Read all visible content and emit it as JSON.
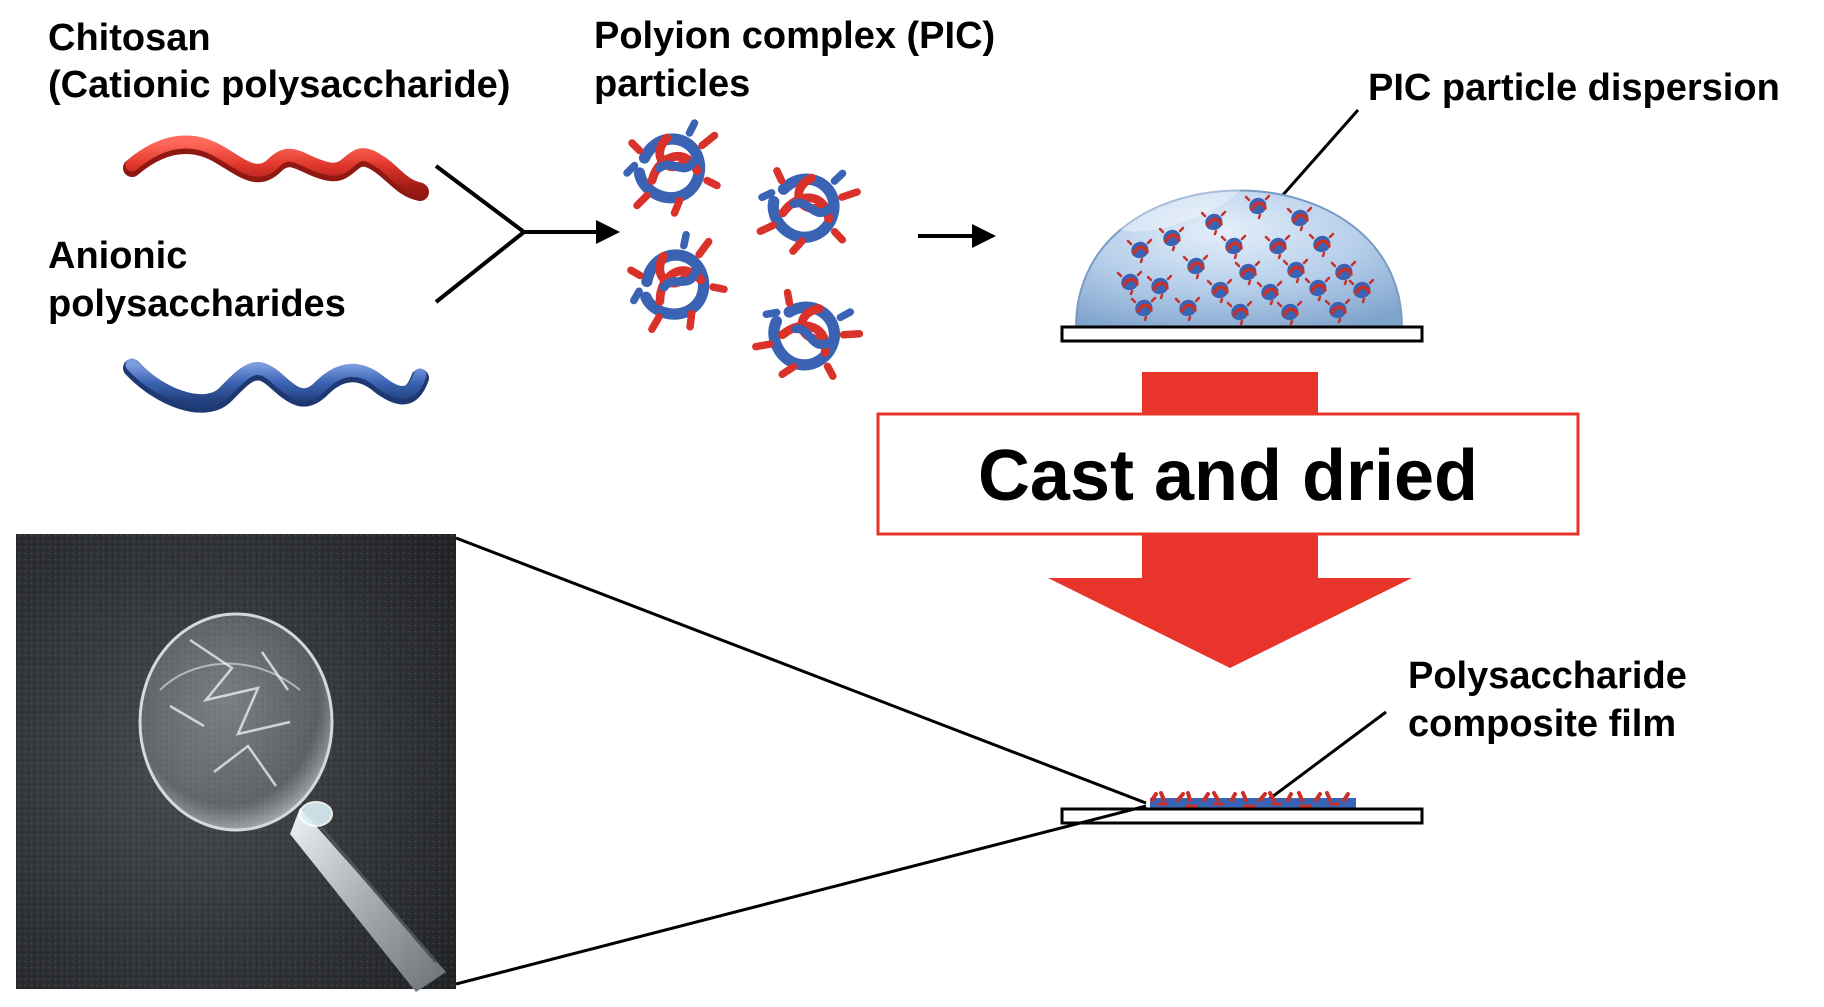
{
  "labels": {
    "chitosan_line1": "Chitosan",
    "chitosan_line2": "(Cationic polysaccharide)",
    "anionic_line1": "Anionic",
    "anionic_line2": "polysaccharides",
    "pic_line1": "Polyion complex (PIC)",
    "pic_line2": "particles",
    "dispersion": "PIC particle dispersion",
    "step": "Cast and dried",
    "film_line1": "Polysaccharide",
    "film_line2": "composite film"
  },
  "colors": {
    "chitosan": "#e0362c",
    "anionic": "#3b63b3",
    "arrow": "#e8342a",
    "dome": "#a9c6e6",
    "photo_background": "#2d2f33"
  }
}
